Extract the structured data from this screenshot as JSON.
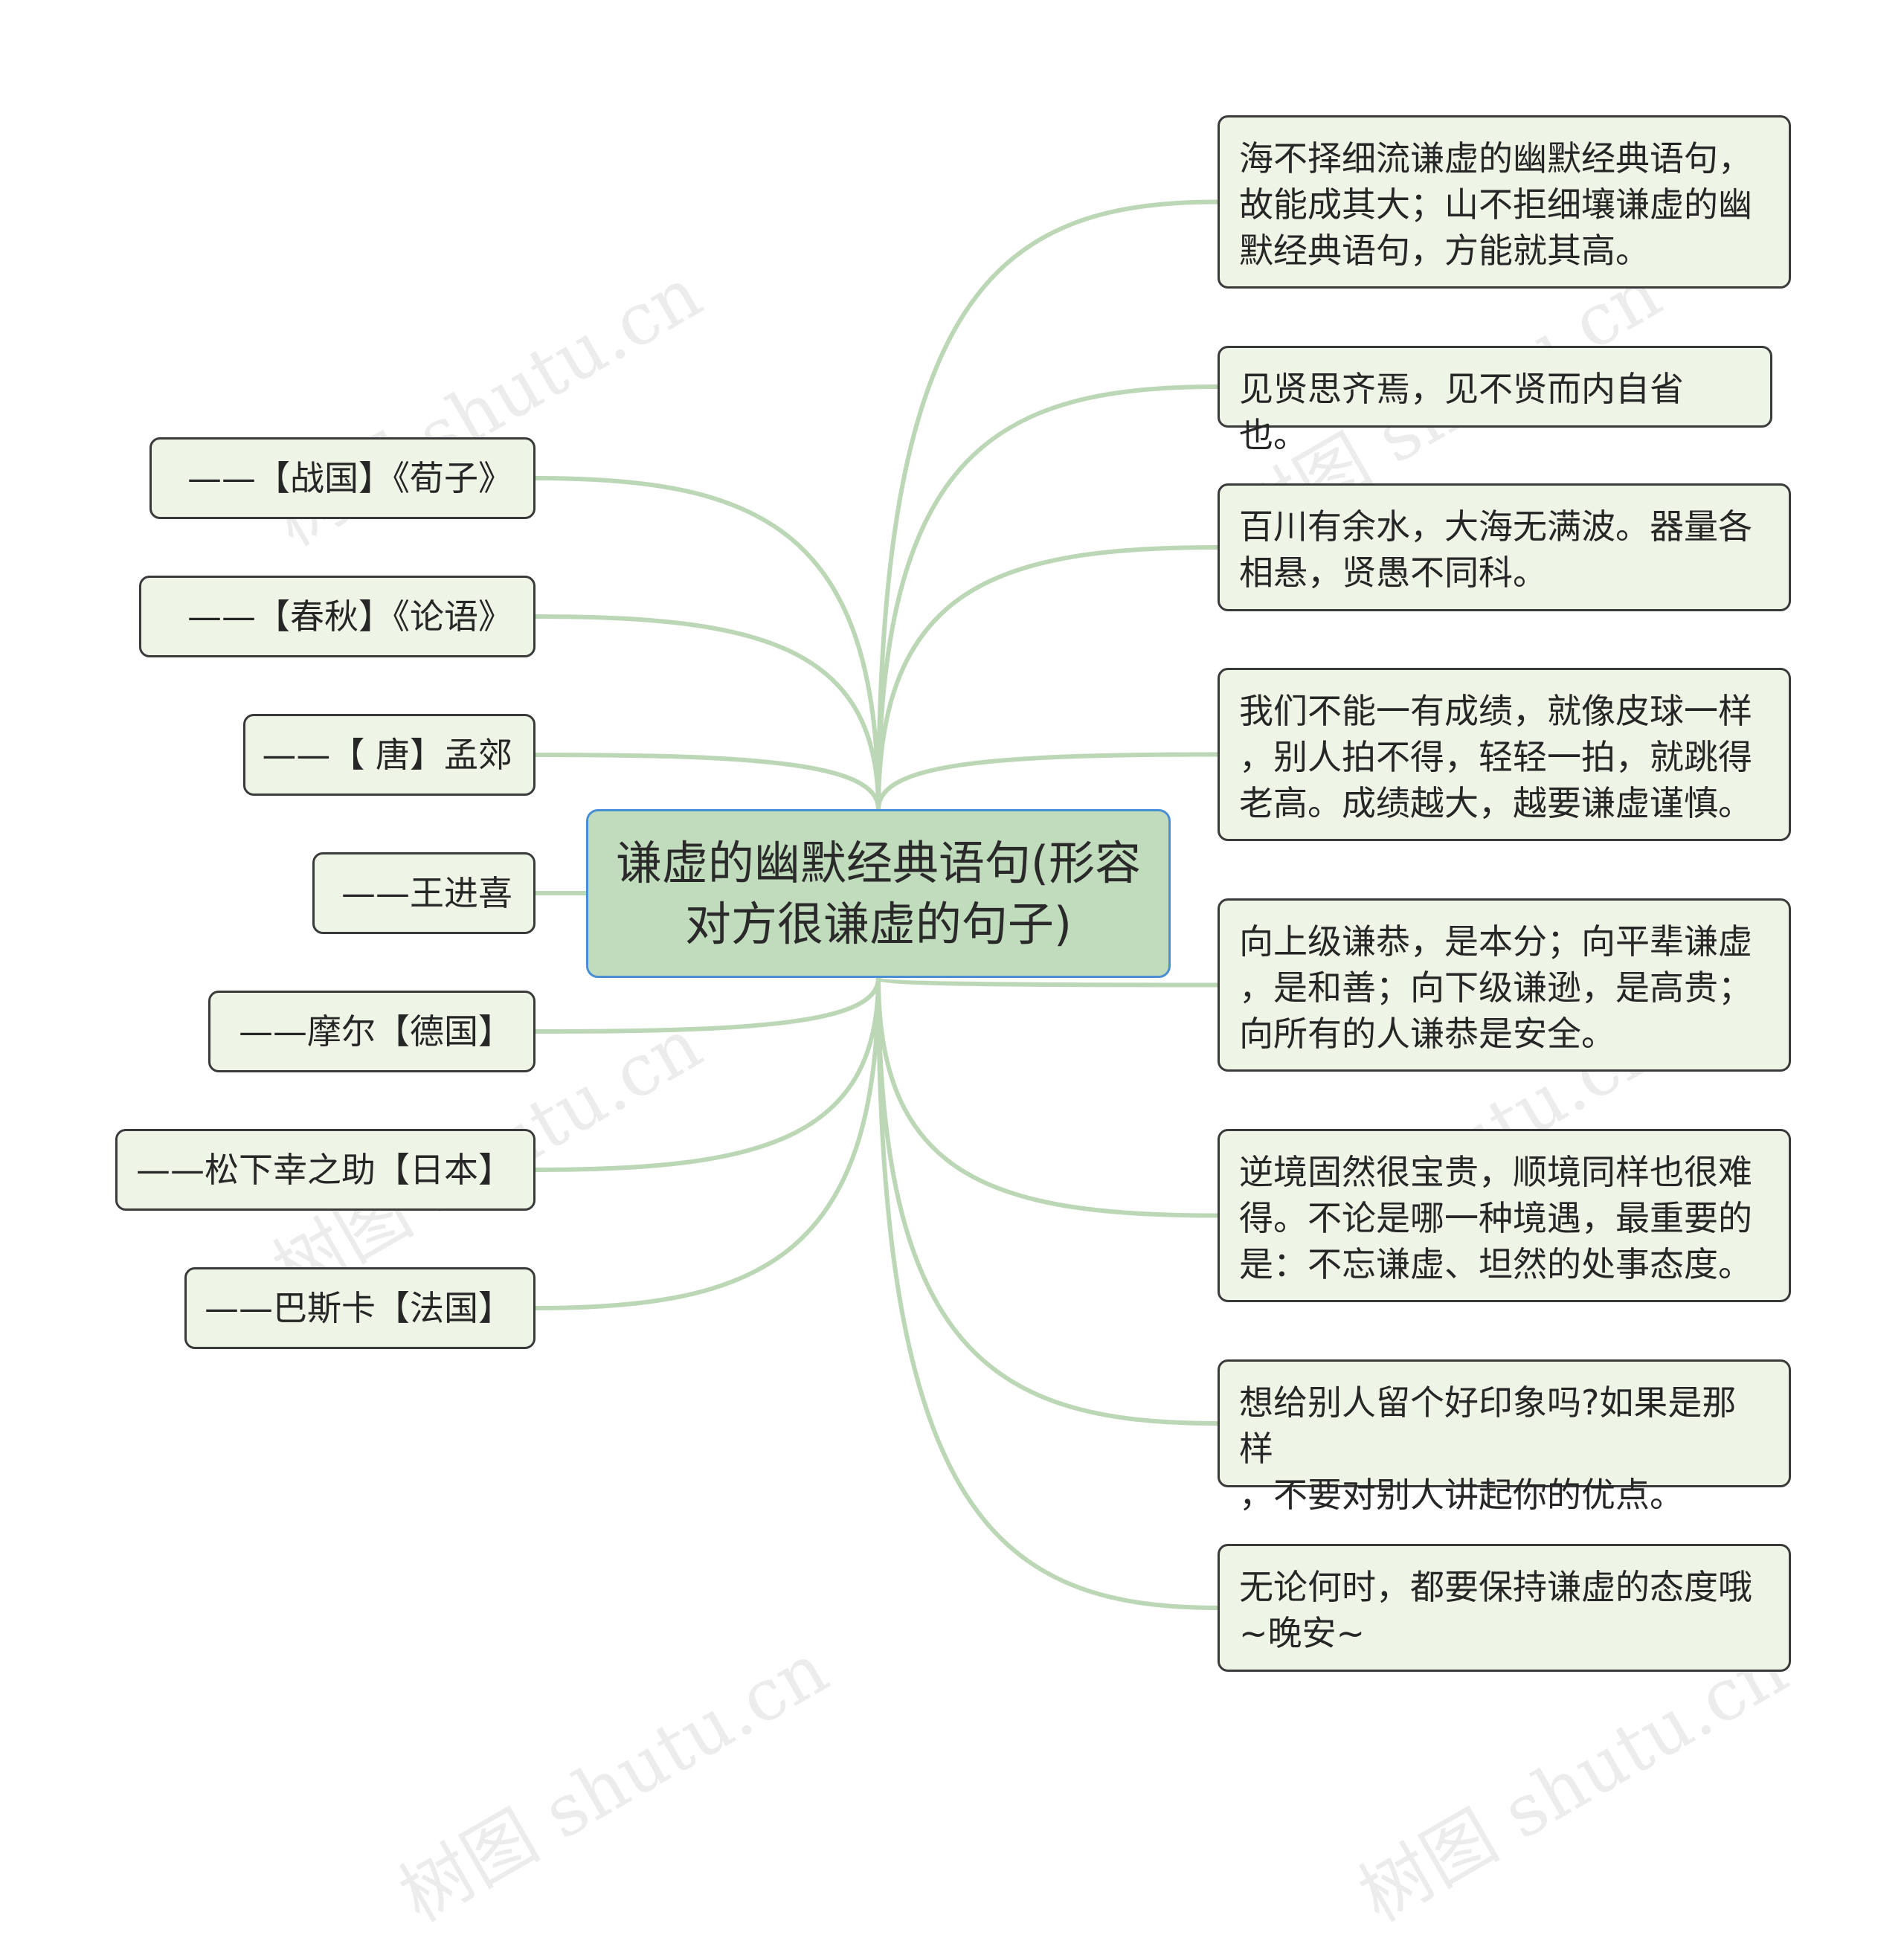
{
  "central": {
    "text": "谦虚的幽默经典语句(形容\n对方很谦虚的句子)"
  },
  "left_nodes": [
    {
      "text": "——【战国】《荀子》"
    },
    {
      "text": "——【春秋】《论语》"
    },
    {
      "text": "——【 唐】孟郊"
    },
    {
      "text": "——王进喜"
    },
    {
      "text": "——摩尔【德国】"
    },
    {
      "text": "——松下幸之助【日本】"
    },
    {
      "text": "——巴斯卡【法国】"
    }
  ],
  "right_nodes": [
    {
      "text": "海不择细流谦虚的幽默经典语句，\n故能成其大；山不拒细壤谦虚的幽\n默经典语句，方能就其高。"
    },
    {
      "text": "见贤思齐焉，见不贤而内自省也。"
    },
    {
      "text": "百川有余水，大海无满波。器量各\n相悬，贤愚不同科。"
    },
    {
      "text": "我们不能一有成绩，就像皮球一样\n，别人拍不得，轻轻一拍，就跳得\n老高。成绩越大，越要谦虚谨慎。"
    },
    {
      "text": "向上级谦恭，是本分；向平辈谦虚\n，是和善；向下级谦逊，是高贵；\n向所有的人谦恭是安全。"
    },
    {
      "text": "逆境固然很宝贵，顺境同样也很难\n得。不论是哪一种境遇，最重要的\n是：不忘谦虚、坦然的处事态度。"
    },
    {
      "text": "想给别人留个好印象吗?如果是那样\n，不要对别人讲起你的优点。"
    },
    {
      "text": "无论何时，都要保持谦虚的态度哦\n~晚安~"
    }
  ],
  "watermark": {
    "text": "树图 shutu.cn"
  },
  "colors": {
    "link": "#bcd7b5",
    "node_fill": "#eff5e6",
    "central_fill": "#c1dcbc",
    "central_border": "#4a8fd4"
  }
}
